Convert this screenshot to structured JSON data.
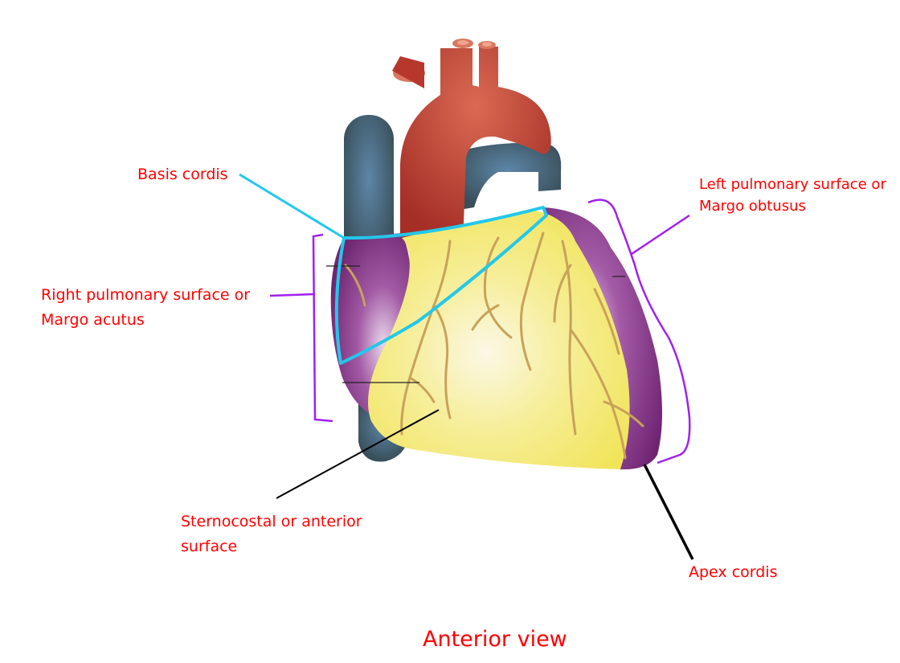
{
  "colors": {
    "label_text": "#ff0000",
    "basis_outline": "#22c8ea",
    "margin_brackets": "#a020f0",
    "pointer_lines": "#000000",
    "ventricle_surface": "#f3e96a",
    "margin_surface": "#7b2d7e",
    "aorta": "#b7372d",
    "veins": "#3e5560",
    "coronary_vessels": "#c8a25a"
  },
  "labels": {
    "basis_cordis": "Basis cordis",
    "right_margin_line1": "Right pulmonary surface or",
    "right_margin_line2": "Margo acutus",
    "left_margin_line1": "Left pulmonary surface or",
    "left_margin_line2": "Margo obtusus",
    "sternocostal_line1": "Sternocostal or anterior",
    "sternocostal_line2": "surface",
    "apex": "Apex cordis",
    "view_title": "Anterior view"
  }
}
